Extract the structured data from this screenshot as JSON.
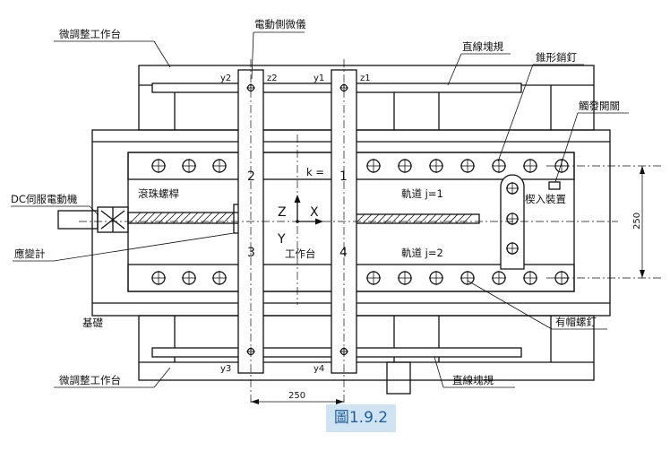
{
  "labels": {
    "fine_table_top": "微調整工作台",
    "fine_table_bottom": "微調整工作台",
    "side_probe": "電動側微儀",
    "linear_scale_top": "直線塊規",
    "linear_scale_bottom": "直線塊規",
    "taper_pin": "錐形銷釘",
    "trigger_switch": "觸發開關",
    "dc_servo_motor": "DC伺服電動機",
    "ball_screw": "滾珠螺桿",
    "strain_gauge": "應變計",
    "insert_device": "楔入裝置",
    "track_1": "軌道 j=1",
    "track_2": "軌道 j=2",
    "work_table": "工作台",
    "base": "基礎",
    "cap_screw": "有帽螺釘",
    "k_eq": "k =",
    "axis_z": "Z",
    "axis_x": "X",
    "axis_y": "Y",
    "num_1": "1",
    "num_2": "2",
    "num_3": "3",
    "num_4": "4",
    "y1": "y1",
    "y2": "y2",
    "y3": "y3",
    "y4": "y4",
    "z1": "z1",
    "z2": "z2",
    "dim_horizontal": "250",
    "dim_vertical": "250"
  },
  "caption": "圖1.9.2"
}
